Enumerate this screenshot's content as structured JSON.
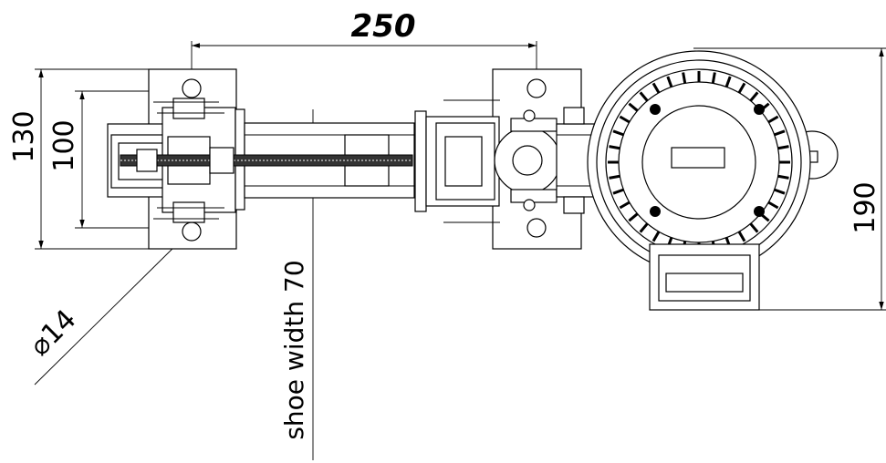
{
  "dimensions": {
    "top_length": "250",
    "left_outer_height": "130",
    "left_inner_height": "100",
    "right_height": "190",
    "hole_diameter": "⌀14",
    "shoe_width": "shoe width 70"
  }
}
